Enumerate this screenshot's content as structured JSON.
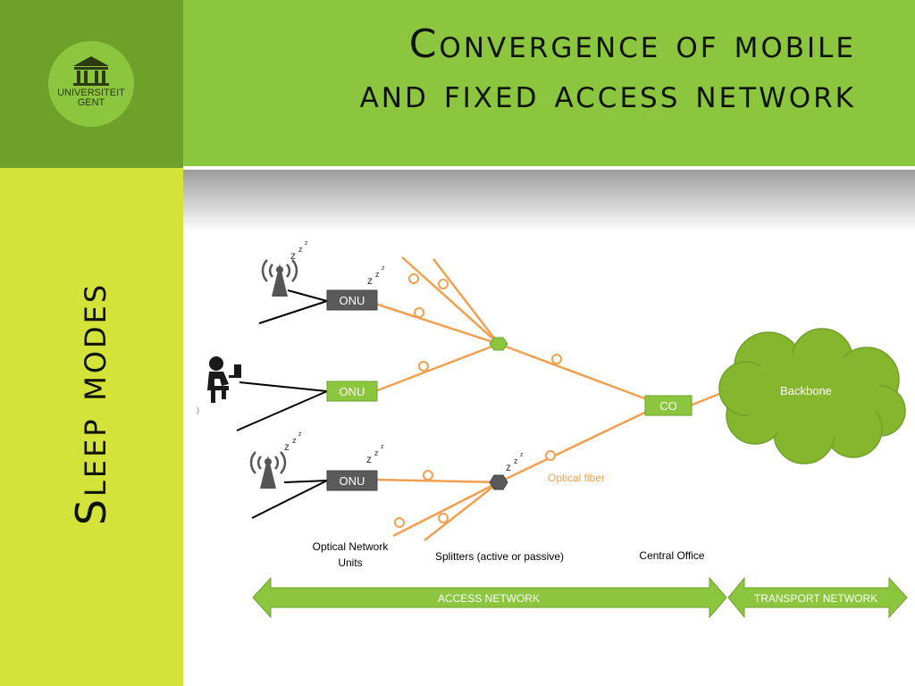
{
  "slide": {
    "title_line1": "Convergence of mobile",
    "title_line2": "and fixed access network",
    "side_title": "Sleep modes"
  },
  "logo": {
    "line1": "UNIVERSITEIT",
    "line2": "GENT",
    "icon": "university-building-icon"
  },
  "diagram": {
    "onu_labels": [
      "ONU",
      "ONU",
      "ONU"
    ],
    "co_label": "CO",
    "backbone_label": "Backbone",
    "optical_fiber_label": "Optical fiber",
    "captions": {
      "onu_line1": "Optical Network",
      "onu_line2": "Units",
      "splitters": "Splitters (active or passive)",
      "central_office": "Central Office"
    },
    "arrows": {
      "access": "ACCESS NETWORK",
      "transport": "TRANSPORT NETWORK"
    },
    "sleep_mark": "z",
    "icons": [
      "antenna-icon",
      "user-at-computer-icon",
      "sleep-zzz-icon",
      "cloud-icon"
    ],
    "colors": {
      "fiber": "#f0a050",
      "node_gray": "#5a5a5a",
      "node_green": "#8cc63f",
      "cloud": "#86b52e",
      "arrow": "#8cc63f"
    }
  }
}
